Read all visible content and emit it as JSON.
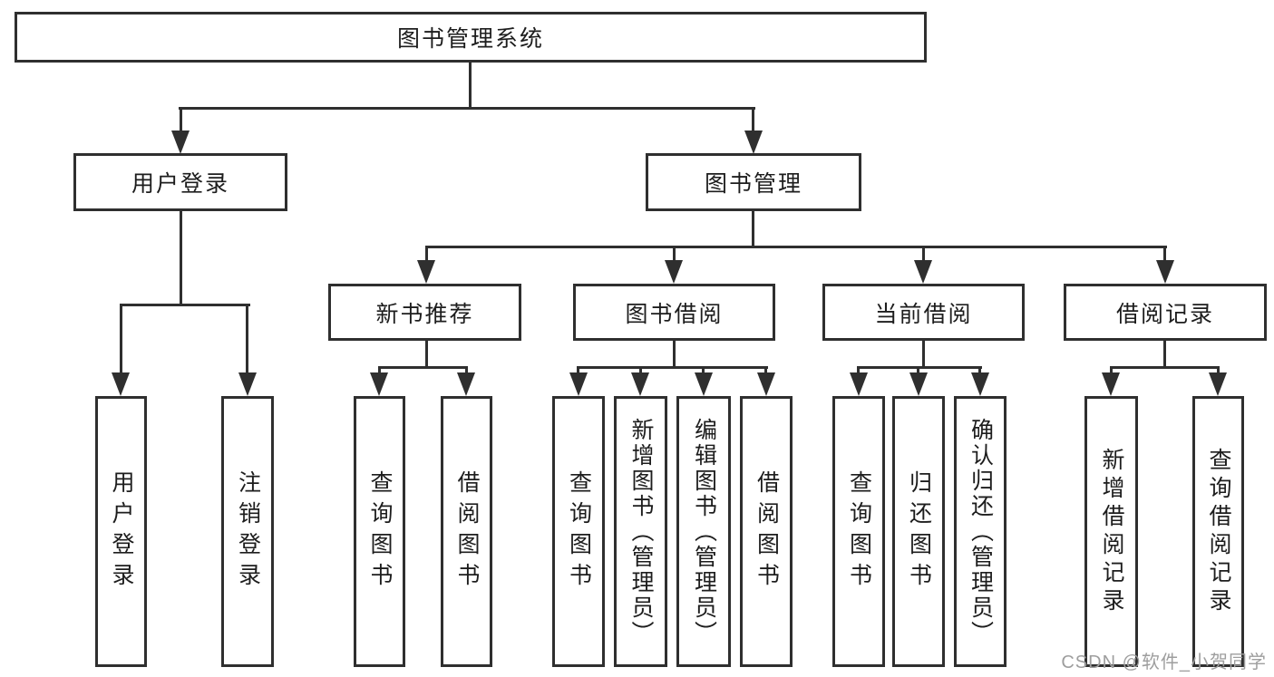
{
  "tree": {
    "root": {
      "label": "图书管理系统"
    },
    "level2": [
      {
        "label": "用户登录",
        "leaves": [
          {
            "label": "用户登录"
          },
          {
            "label": "注销登录"
          }
        ]
      },
      {
        "label": "图书管理",
        "groups": [
          {
            "label": "新书推荐",
            "leaves": [
              {
                "label": "查询图书"
              },
              {
                "label": "借阅图书"
              }
            ]
          },
          {
            "label": "图书借阅",
            "leaves": [
              {
                "label": "查询图书"
              },
              {
                "label": "新增图书（管理员）"
              },
              {
                "label": "编辑图书（管理员）"
              },
              {
                "label": "借阅图书"
              }
            ]
          },
          {
            "label": "当前借阅",
            "leaves": [
              {
                "label": "查询图书"
              },
              {
                "label": "归还图书"
              },
              {
                "label": "确认归还（管理员）"
              }
            ]
          },
          {
            "label": "借阅记录",
            "leaves": [
              {
                "label": "新增借阅记录"
              },
              {
                "label": "查询借阅记录"
              }
            ]
          }
        ]
      }
    ]
  },
  "watermark": {
    "text": "CSDN @软件_小贺同学"
  },
  "colors": {
    "line": "#2f2f2f",
    "text": "#1d1d1d",
    "watermark": "#9e9e9e",
    "background": "#ffffff"
  }
}
